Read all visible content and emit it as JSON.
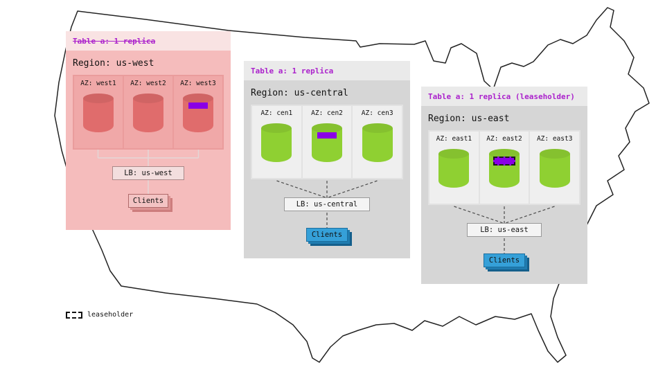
{
  "regions": [
    {
      "table_label": "Table a: 1 replica",
      "region_label": "Region: us-west",
      "azs": [
        {
          "label": "AZ: west1"
        },
        {
          "label": "AZ: west2"
        },
        {
          "label": "AZ: west3"
        }
      ],
      "lb_label": "LB: us-west",
      "clients_label": "Clients"
    },
    {
      "table_label": "Table a: 1 replica",
      "region_label": "Region: us-central",
      "azs": [
        {
          "label": "AZ: cen1"
        },
        {
          "label": "AZ: cen2"
        },
        {
          "label": "AZ: cen3"
        }
      ],
      "lb_label": "LB: us-central",
      "clients_label": "Clients"
    },
    {
      "table_label": "Table a: 1 replica (leaseholder)",
      "region_label": "Region: us-east",
      "azs": [
        {
          "label": "AZ: east1"
        },
        {
          "label": "AZ: east2"
        },
        {
          "label": "AZ: east3"
        }
      ],
      "lb_label": "LB: us-east",
      "clients_label": "Clients"
    }
  ],
  "legend": {
    "label": "leaseholder"
  },
  "colors": {
    "accent_magenta": "#ab22cc",
    "range_purple": "#8a00e6",
    "cyl_green": "#8fd032",
    "cyl_red": "#e06c6c",
    "clients_blue": "#35a0d8"
  }
}
